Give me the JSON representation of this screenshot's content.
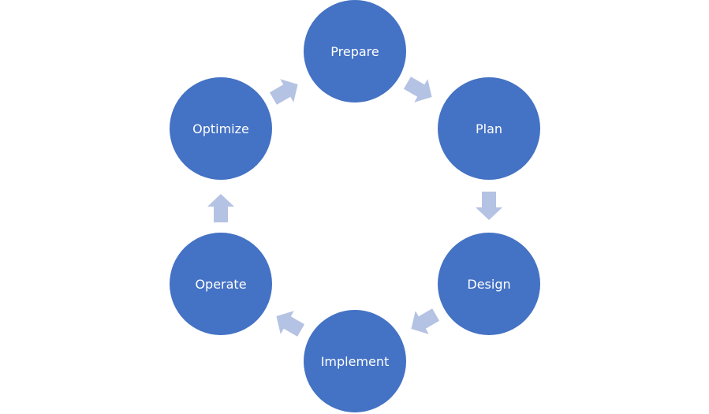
{
  "colors": {
    "node_fill": "#4472C4",
    "node_text": "#FFFFFF",
    "arrow_fill": "#B4C2E3"
  },
  "nodes": [
    {
      "label": "Prepare"
    },
    {
      "label": "Plan"
    },
    {
      "label": "Design"
    },
    {
      "label": "Implement"
    },
    {
      "label": "Operate"
    },
    {
      "label": "Optimize"
    }
  ]
}
